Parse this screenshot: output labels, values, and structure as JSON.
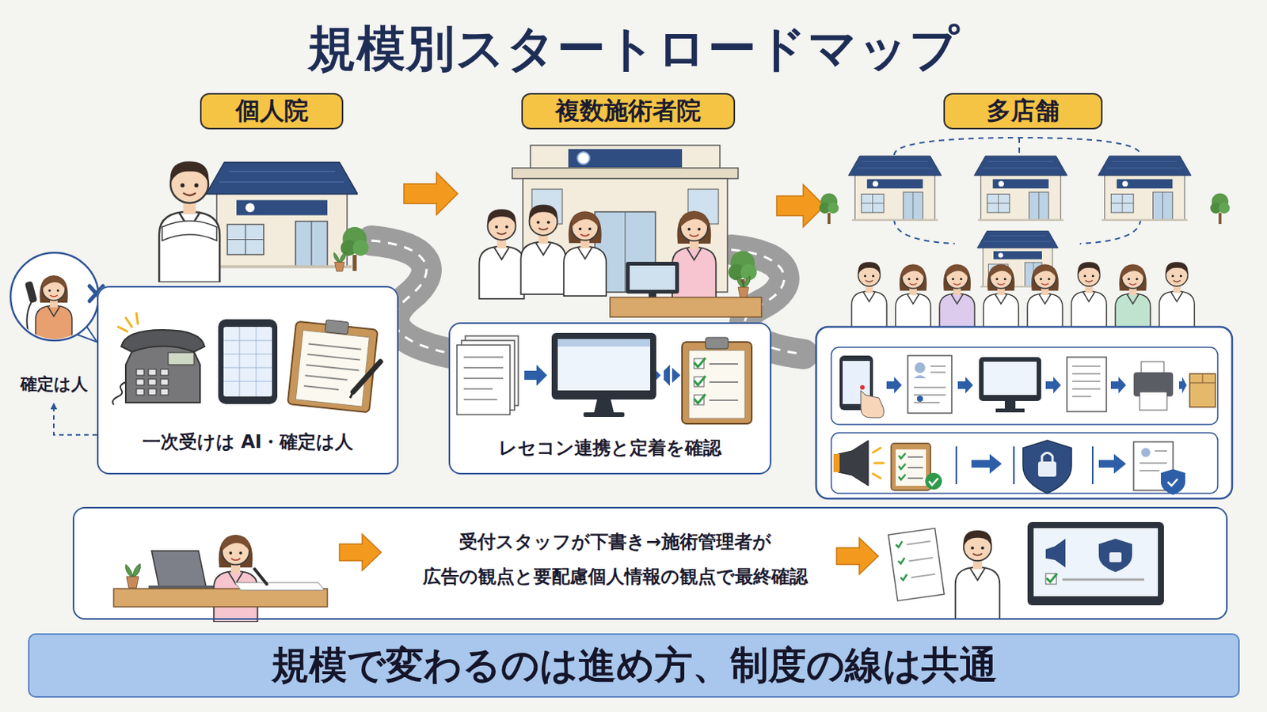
{
  "diagram": {
    "title": "規模別スタートロードマップ",
    "caption": "規模で変わるのは進め方、制度の線は共通",
    "nodes": [
      {
        "text": [
          "個人院"
        ]
      },
      {
        "text": [
          "複数施術者院"
        ]
      },
      {
        "text": [
          "多店舗"
        ]
      },
      {
        "text": [
          "確定は人"
        ]
      },
      {
        "text": [
          "一次受けは AI・確定は人"
        ]
      },
      {
        "text": [
          "レセコン連携と定着を確認"
        ]
      },
      {
        "text": [
          "受付スタッフが下書き→施術管理者が 広告の観点と要配慮個人情報の観点で最終確認"
        ]
      }
    ],
    "edges": [
      {
        "from": 4,
        "to": 3,
        "arrow": "to"
      }
    ]
  }
}
